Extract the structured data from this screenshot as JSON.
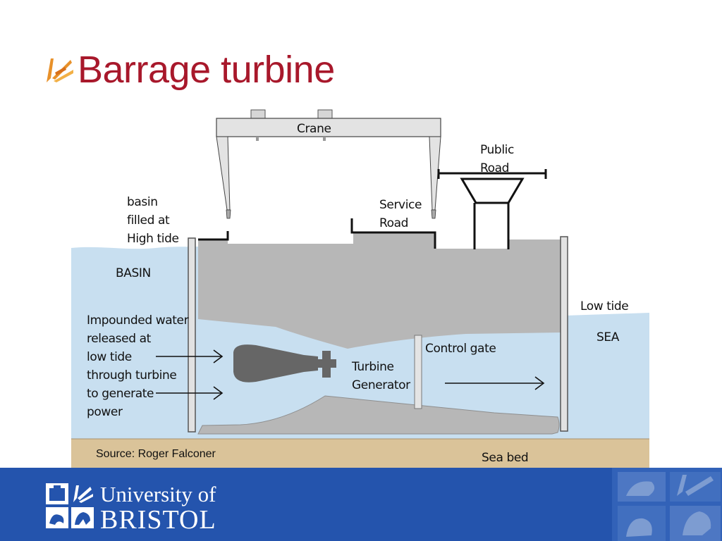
{
  "slide": {
    "title": "Barrage turbine",
    "source": "Source: Roger Falconer"
  },
  "diagram": {
    "labels": {
      "crane": "Crane",
      "public_road_1": "Public",
      "public_road_2": "Road",
      "basin_1": "basin",
      "basin_2": "filled at",
      "basin_3": "High tide",
      "service_road_1": "Service",
      "service_road_2": "Road",
      "basin": "BASIN",
      "low_tide": "Low tide",
      "sea": "SEA",
      "impounded_1": "Impounded water",
      "impounded_2": "released at",
      "impounded_3": "low tide",
      "impounded_4": "through turbine",
      "impounded_5": "to generate",
      "impounded_6": "power",
      "control_gate": "Control gate",
      "turbine_1": "Turbine",
      "turbine_2": "Generator",
      "sea_bed": "Sea bed"
    },
    "colors": {
      "water": "#c8dff0",
      "concrete": "#b7b7b7",
      "turbine": "#666666",
      "sea_bed": "#dac399",
      "outline": "#111111"
    }
  },
  "footer": {
    "uni_line1": "University of",
    "uni_line2": "BRISTOL",
    "background": "#2454ad"
  }
}
